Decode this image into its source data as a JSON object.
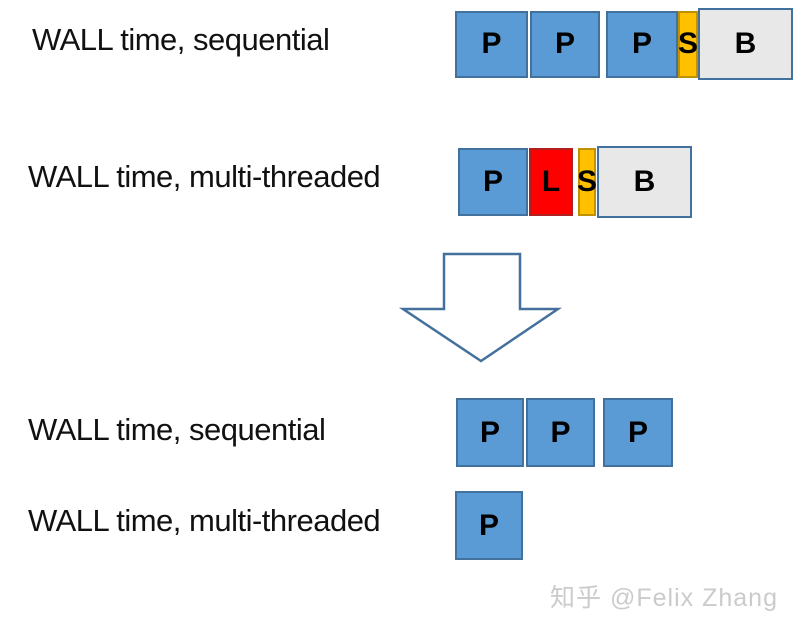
{
  "palette": {
    "process": "#5B9BD5",
    "process_border": "#41719C",
    "lock": "#FF0000",
    "lock_border": "#B02020",
    "sync": "#FFC000",
    "sync_border": "#BF9000",
    "barrier": "#E9E8E8",
    "barrier_border": "#41719C",
    "arrow_border": "#44709D",
    "text": "#111111",
    "watermark": "#cbcbcb"
  },
  "rows": [
    {
      "label": "WALL time, sequential",
      "blocks": [
        {
          "letter": "P",
          "type": "process",
          "w": 73,
          "gap": 0
        },
        {
          "letter": "P",
          "type": "process",
          "w": 70,
          "gap": 2
        },
        {
          "letter": "P",
          "type": "process",
          "w": 72,
          "gap": 6
        },
        {
          "letter": "S",
          "type": "sync",
          "w": 20,
          "gap": 0
        },
        {
          "letter": "B",
          "type": "barrier",
          "w": 95,
          "gap": 0
        }
      ]
    },
    {
      "label": "WALL time, multi-threaded",
      "blocks": [
        {
          "letter": "P",
          "type": "process",
          "w": 70,
          "gap": 0
        },
        {
          "letter": "L",
          "type": "lock",
          "w": 44,
          "gap": 1
        },
        {
          "letter": "S",
          "type": "sync",
          "w": 18,
          "gap": 5
        },
        {
          "letter": "B",
          "type": "barrier",
          "w": 95,
          "gap": 1
        }
      ]
    },
    {
      "label": "WALL time, sequential",
      "blocks": [
        {
          "letter": "P",
          "type": "process",
          "w": 68,
          "gap": 0
        },
        {
          "letter": "P",
          "type": "process",
          "w": 69,
          "gap": 2
        },
        {
          "letter": "P",
          "type": "process",
          "w": 70,
          "gap": 8
        }
      ]
    },
    {
      "label": "WALL time, multi-threaded",
      "blocks": [
        {
          "letter": "P",
          "type": "process",
          "w": 68,
          "gap": 0
        }
      ]
    }
  ],
  "watermark": {
    "text": "知乎 @Felix Zhang"
  }
}
